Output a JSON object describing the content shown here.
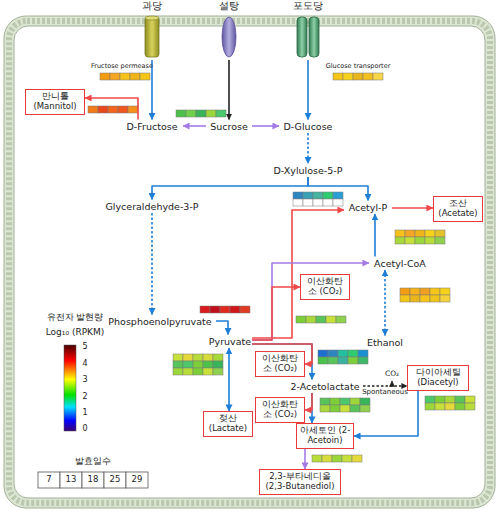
{
  "diagram": {
    "nodes": [
      {
        "text": [
          "과당"
        ]
      },
      {
        "text": [
          "설탕"
        ]
      },
      {
        "text": [
          "포도당"
        ]
      },
      {
        "text": [
          "D-Fructose"
        ]
      },
      {
        "text": [
          "Sucrose"
        ]
      },
      {
        "text": [
          "D-Glucose"
        ]
      },
      {
        "text": [
          "만니톨 (Mannitol)"
        ]
      },
      {
        "text": [
          "D-Xylulose-5-P"
        ]
      },
      {
        "text": [
          "Glyceraldehyde-3-P"
        ]
      },
      {
        "text": [
          "Acetyl-P"
        ]
      },
      {
        "text": [
          "조산 (Acetate)"
        ]
      },
      {
        "text": [
          "Acetyl-CoA"
        ]
      },
      {
        "text": [
          "이산화탄소 (CO₂)"
        ]
      },
      {
        "text": [
          "Ethanol"
        ]
      },
      {
        "text": [
          "Phosphoenolpyruvate"
        ]
      },
      {
        "text": [
          "Pyruvate"
        ]
      },
      {
        "text": [
          "이산화탄소 (CO₂)"
        ]
      },
      {
        "text": [
          "2-Acetolactate"
        ]
      },
      {
        "text": [
          "다이아세틸 (Diacetyl)"
        ]
      },
      {
        "text": [
          "이산화탄소 (CO₂)"
        ]
      },
      {
        "text": [
          "아세토인 (2-Acetoin)"
        ]
      },
      {
        "text": [
          "젖산 (Lactate)"
        ]
      },
      {
        "text": [
          "2,3-부타네디올 (2,3-Butanediol)"
        ]
      }
    ],
    "edges": [
      {
        "from": 0,
        "to": 3,
        "arrow": "to"
      },
      {
        "from": 1,
        "to": 4,
        "arrow": "to"
      },
      {
        "from": 2,
        "to": 5,
        "arrow": "to"
      },
      {
        "from": 3,
        "to": 6,
        "arrow": "to"
      },
      {
        "from": 4,
        "to": 3,
        "arrow": "to"
      },
      {
        "from": 4,
        "to": 5,
        "arrow": "to"
      },
      {
        "from": 5,
        "to": 7,
        "arrow": "to"
      },
      {
        "from": 7,
        "to": 8,
        "arrow": "to"
      },
      {
        "from": 7,
        "to": 9,
        "arrow": "to"
      },
      {
        "from": 8,
        "to": 14,
        "arrow": "to"
      },
      {
        "from": 14,
        "to": 15,
        "arrow": "to"
      },
      {
        "from": 15,
        "to": 9,
        "arrow": "to"
      },
      {
        "from": 9,
        "to": 10,
        "arrow": "to"
      },
      {
        "from": 11,
        "to": 9,
        "arrow": "to"
      },
      {
        "from": 13,
        "to": 11,
        "arrow": "both"
      },
      {
        "from": 15,
        "to": 11,
        "arrow": "to"
      },
      {
        "from": 15,
        "to": 12,
        "arrow": "to"
      },
      {
        "from": 15,
        "to": 21,
        "arrow": "both"
      },
      {
        "from": 15,
        "to": 17,
        "arrow": "to"
      },
      {
        "from": 15,
        "to": 16,
        "arrow": "to"
      },
      {
        "from": 17,
        "to": 18,
        "label": "Spontaneous",
        "arrow": "to"
      },
      {
        "from": 17,
        "to": 20,
        "arrow": "to"
      },
      {
        "from": 17,
        "to": 19,
        "arrow": "to"
      },
      {
        "from": 18,
        "to": 20,
        "arrow": "to"
      },
      {
        "from": 20,
        "to": 22,
        "arrow": "to"
      }
    ],
    "labels": [
      "Fructose permease",
      "Glucose transporter",
      "유전자 발현량",
      "Log₁₀ (RPKM)",
      "5",
      "4",
      "3",
      "2",
      "1",
      "0",
      "발효일수",
      "7",
      "13",
      "18",
      "25",
      "29",
      "CO₂"
    ]
  }
}
